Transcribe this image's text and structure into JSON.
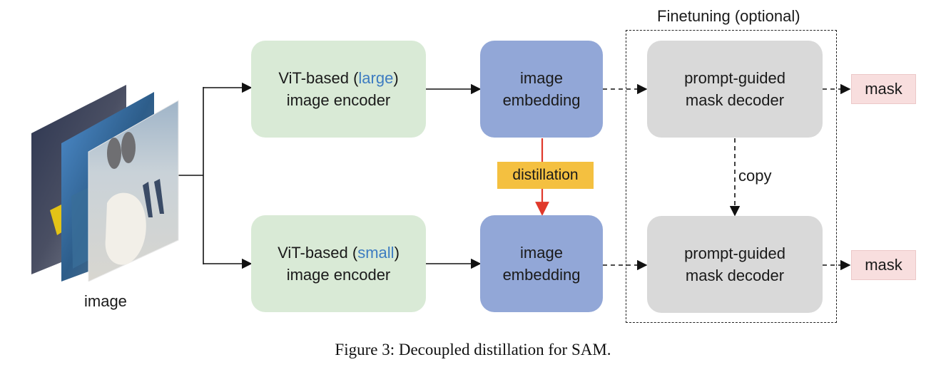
{
  "diagram": {
    "input": {
      "label": "image"
    },
    "encoders": {
      "large": {
        "prefix": "ViT-based (",
        "size": "large",
        "suffix": ")",
        "line2": "image encoder"
      },
      "small": {
        "prefix": "ViT-based (",
        "size": "small",
        "suffix": ")",
        "line2": "image encoder"
      }
    },
    "embeddings": {
      "top": {
        "line1": "image",
        "line2": "embedding"
      },
      "bottom": {
        "line1": "image",
        "line2": "embedding"
      }
    },
    "distillation_label": "distillation",
    "finetuning_label": "Finetuning (optional)",
    "decoders": {
      "top": {
        "line1": "prompt-guided",
        "line2": "mask decoder"
      },
      "bottom": {
        "line1": "prompt-guided",
        "line2": "mask decoder"
      }
    },
    "copy_label": "copy",
    "outputs": {
      "top": "mask",
      "bottom": "mask"
    },
    "caption": "Figure 3: Decoupled distillation for SAM.",
    "colors": {
      "encoder": "#d9ead6",
      "embedding": "#92a7d7",
      "decoder": "#d9d9d9",
      "mask": "#f8dede",
      "distillation": "#f4c040",
      "distillation_arrow": "#e0392b",
      "size_accent": "#3d7cc1"
    }
  }
}
